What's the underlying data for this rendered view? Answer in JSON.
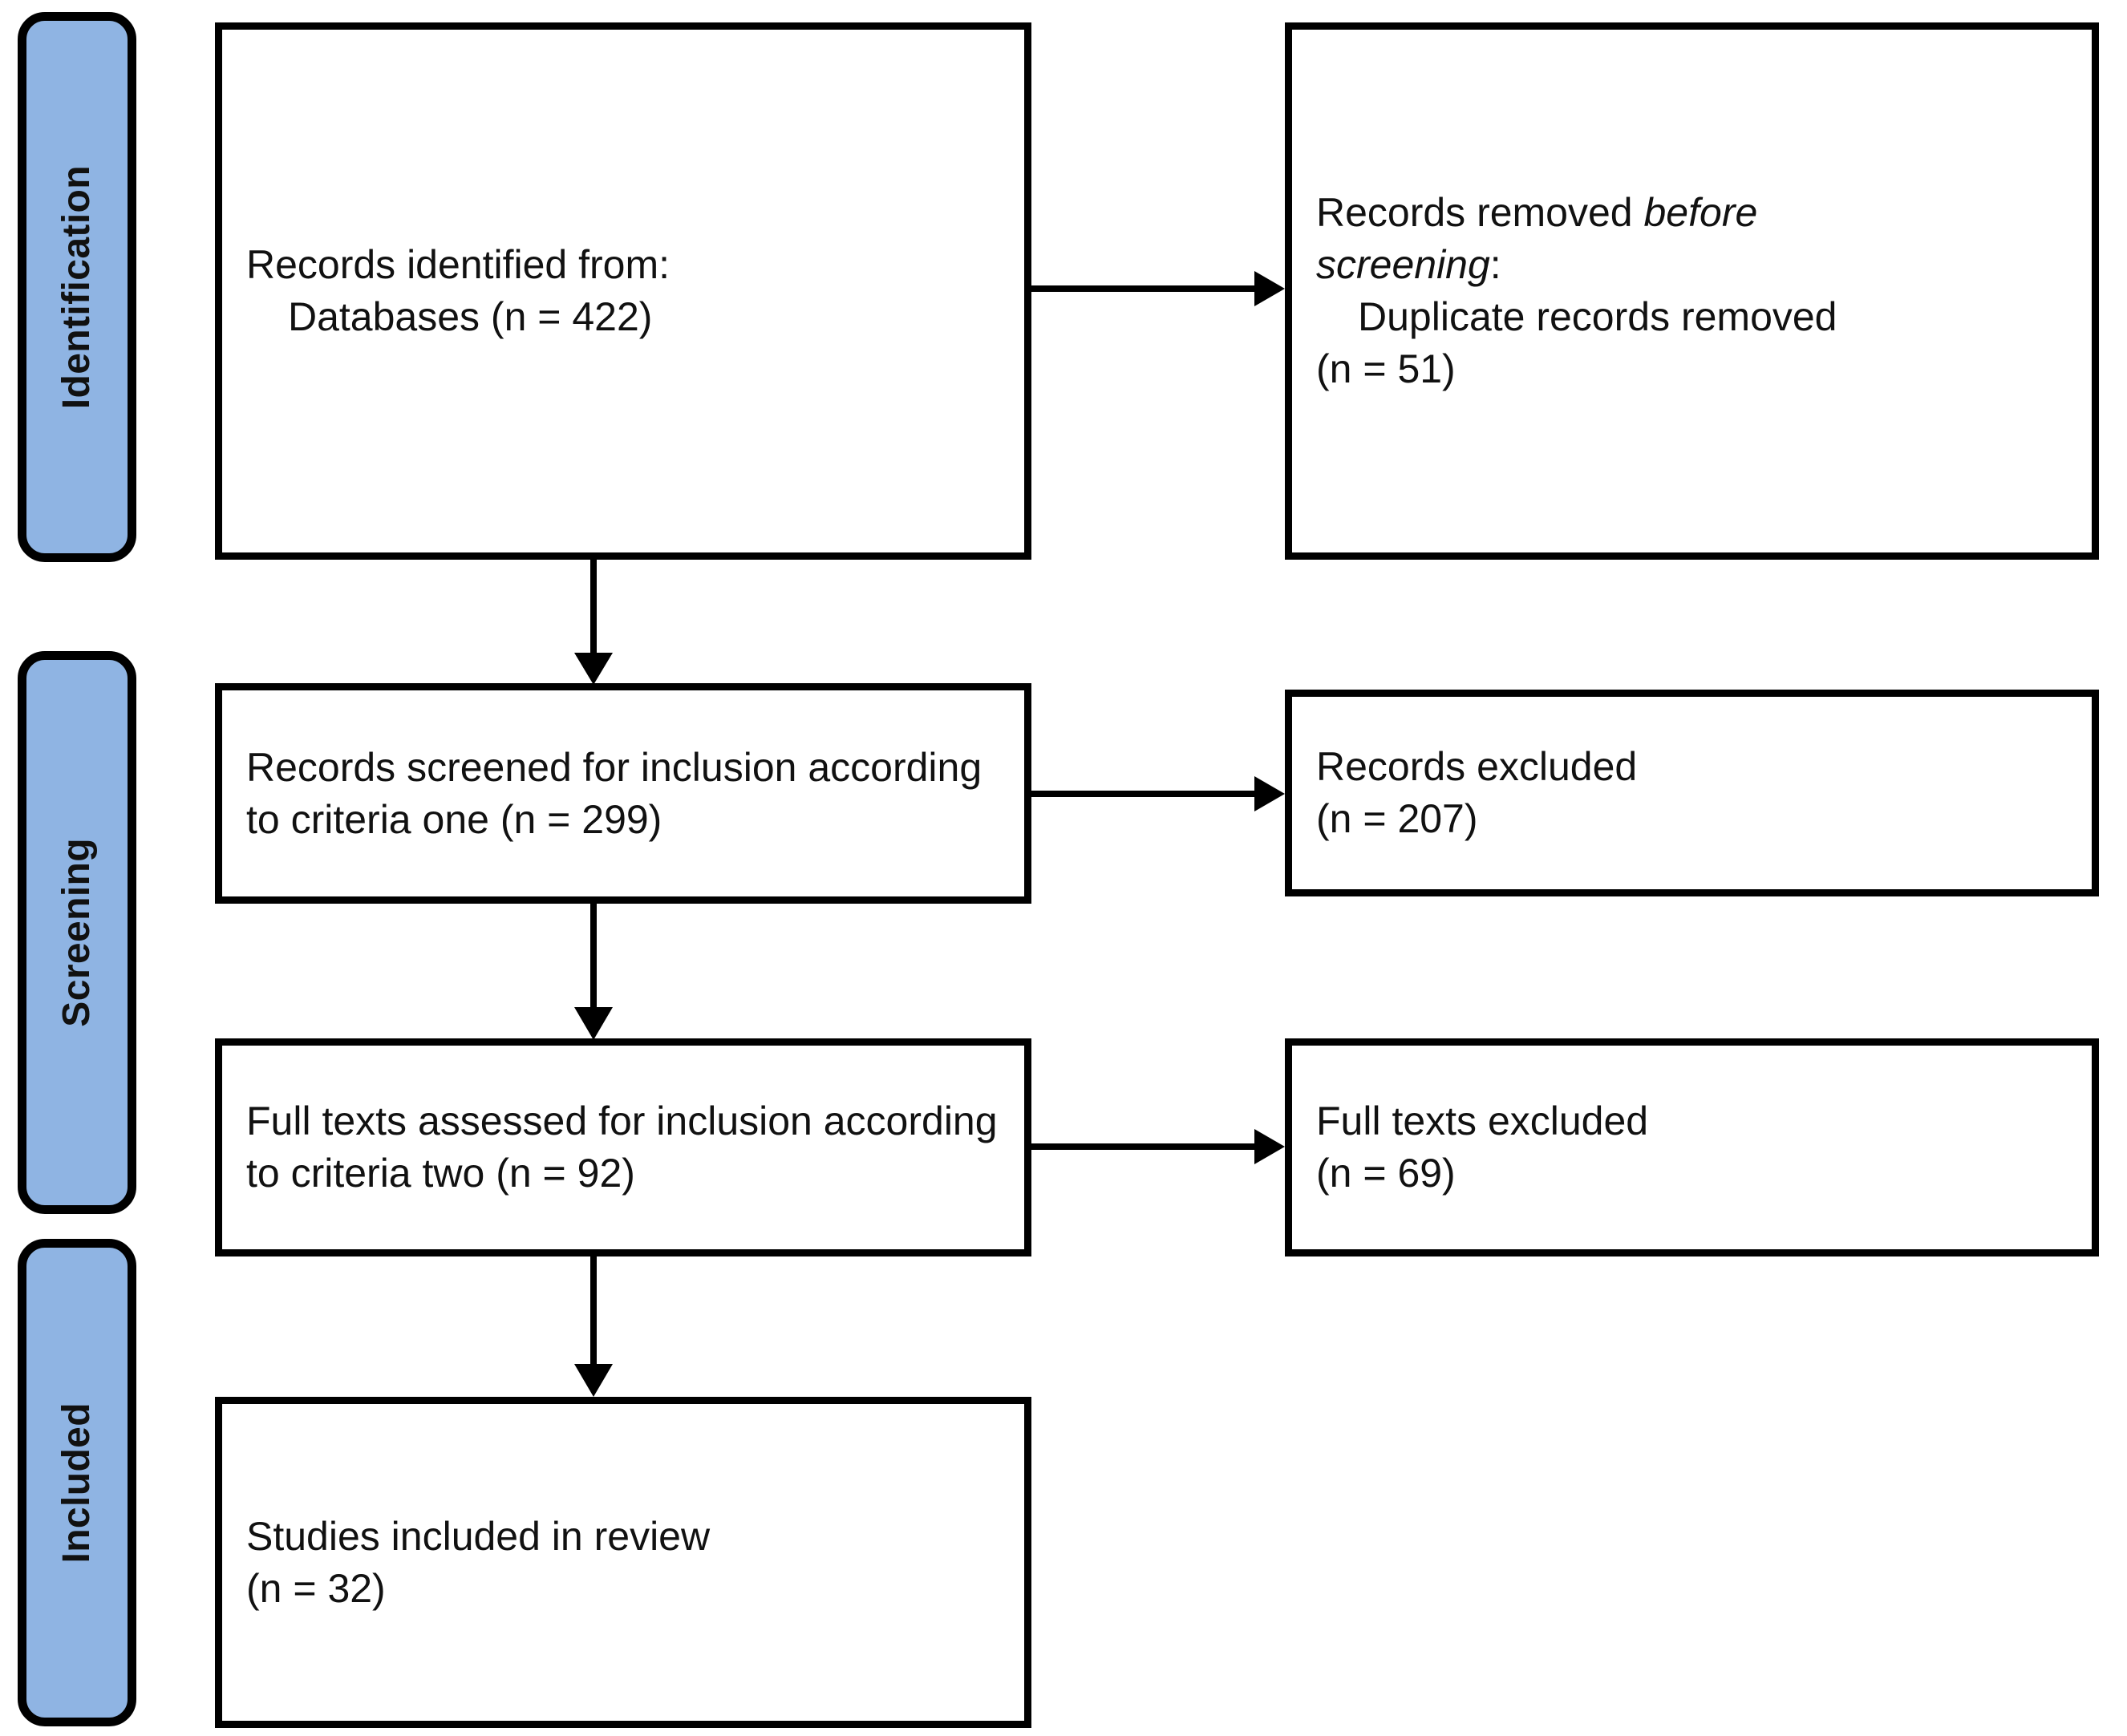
{
  "diagram": {
    "type": "prisma-flow-diagram",
    "stages": [
      {
        "id": "identification",
        "label": "Identification"
      },
      {
        "id": "screening",
        "label": "Screening"
      },
      {
        "id": "included",
        "label": "Included"
      }
    ],
    "boxes": {
      "records_identified": {
        "line1": "Records identified from:",
        "line2": "Databases (n = 422)",
        "n": 422
      },
      "records_removed": {
        "line1_plain": "Records removed ",
        "line1_italic": "before",
        "line2_italic": "screening",
        "line2_plain": ":",
        "line3": "Duplicate records removed",
        "line4": "(n = 51)",
        "n": 51
      },
      "records_screened": {
        "text": "Records screened for inclusion according to criteria one (n = 299)",
        "n": 299
      },
      "records_excluded": {
        "line1": "Records excluded",
        "line2": "(n = 207)",
        "n": 207
      },
      "full_texts_assessed": {
        "text": "Full texts assessed for inclusion according to criteria two (n = 92)",
        "n": 92
      },
      "full_texts_excluded": {
        "line1": "Full texts excluded",
        "line2": "(n = 69)",
        "n": 69
      },
      "studies_included": {
        "line1": "Studies included in review",
        "line2": "(n = 32)",
        "n": 32
      }
    },
    "colors": {
      "stage_fill": "#8fb4e3",
      "stroke": "#000000",
      "box_fill": "#ffffff",
      "text": "#111111"
    }
  }
}
